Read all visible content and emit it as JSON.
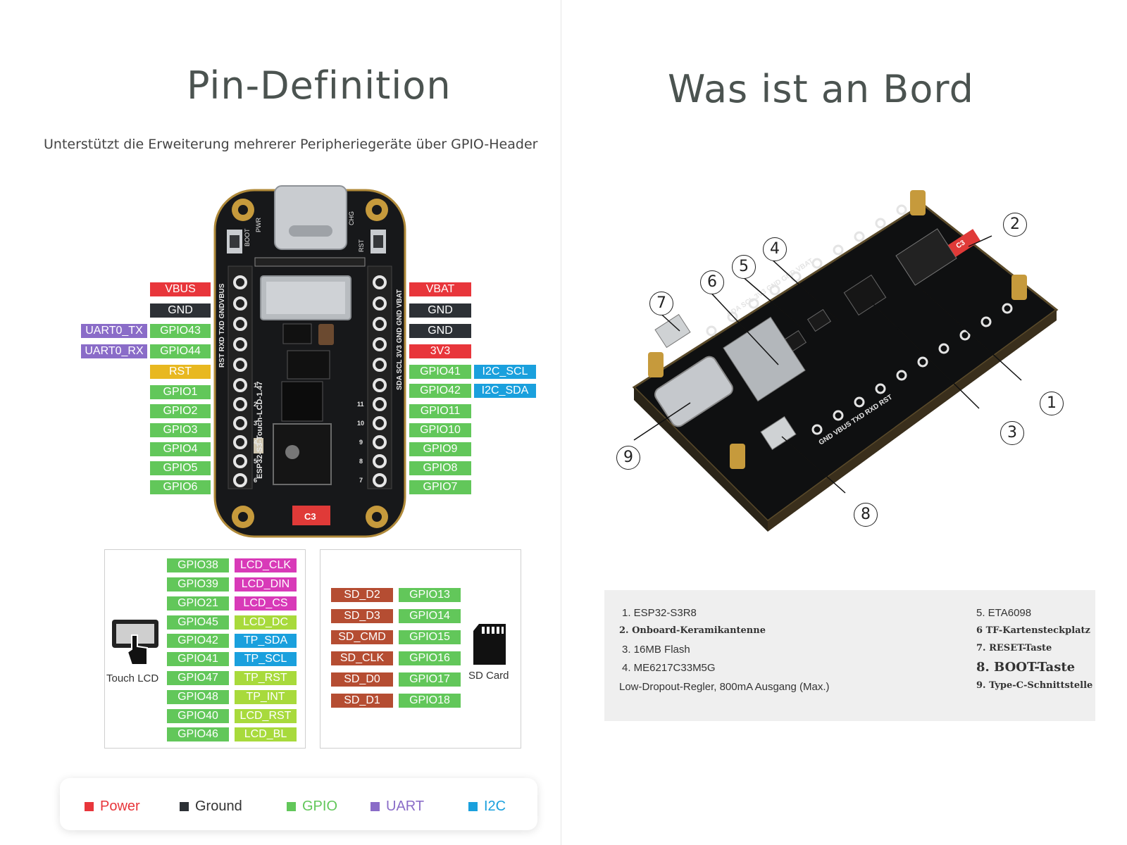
{
  "left": {
    "title": "Pin-Definition",
    "subtitle": "Unterstützt die Erweiterung mehrerer Peripheriegeräte über GPIO-Header",
    "left_pins": [
      "VBUS",
      "GND",
      "GPIO43",
      "GPIO44",
      "RST",
      "GPIO1",
      "GPIO2",
      "GPIO3",
      "GPIO4",
      "GPIO5",
      "GPIO6"
    ],
    "left_alt": [
      "UART0_TX",
      "UART0_RX"
    ],
    "right_pins": [
      "VBAT",
      "GND",
      "GND",
      "3V3",
      "GPIO41",
      "GPIO42",
      "GPIO11",
      "GPIO10",
      "GPIO9",
      "GPIO8",
      "GPIO7"
    ],
    "right_alt": [
      "I2C_SCL",
      "I2C_SDA"
    ],
    "board_labels": {
      "pwr": "PWR",
      "boot": "BOOT",
      "chg": "CHG",
      "rst": "RST",
      "left_header": "RST RXD TXD GNDVBUS",
      "right_header": "SDA SCL 3V3 GND GND VBAT",
      "model": "ESP32-S3-Touch-LCD-1.47",
      "antenna": "C3",
      "left_nums": [
        "1",
        "2",
        "3",
        "4",
        "5",
        "6"
      ],
      "right_nums": [
        "11",
        "10",
        "9",
        "8",
        "7"
      ]
    },
    "lcd_box": {
      "caption": "Touch LCD",
      "gpio": [
        "GPIO38",
        "GPIO39",
        "GPIO21",
        "GPIO45",
        "GPIO42",
        "GPIO41",
        "GPIO47",
        "GPIO48",
        "GPIO40",
        "GPIO46"
      ],
      "func": [
        "LCD_CLK",
        "LCD_DIN",
        "LCD_CS",
        "LCD_DC",
        "TP_SDA",
        "TP_SCL",
        "TP_RST",
        "TP_INT",
        "LCD_RST",
        "LCD_BL"
      ]
    },
    "sd_box": {
      "caption": "SD Card",
      "func": [
        "SD_D2",
        "SD_D3",
        "SD_CMD",
        "SD_CLK",
        "SD_D0",
        "SD_D1"
      ],
      "gpio": [
        "GPIO13",
        "GPIO14",
        "GPIO15",
        "GPIO16",
        "GPIO17",
        "GPIO18"
      ]
    },
    "legend": [
      {
        "label": "Power",
        "color": "#e8363b"
      },
      {
        "label": "Ground",
        "color": "#2d3136"
      },
      {
        "label": "GPIO",
        "color": "#62c75a"
      },
      {
        "label": "UART",
        "color": "#8a6cc8"
      },
      {
        "label": "I2C",
        "color": "#1aa0dd"
      }
    ]
  },
  "right": {
    "title": "Was ist an Bord",
    "callouts": [
      "1",
      "2",
      "3",
      "4",
      "5",
      "6",
      "7",
      "8",
      "9"
    ],
    "board_text": {
      "antenna": "C3",
      "top_header": "SDA SCL 3V3 GND GND VBAT",
      "bottom_header": "GND VBUS TXD RXD RST"
    },
    "features": {
      "f1": "1. ESP32-S3R8",
      "f2": "2. Onboard-Keramikantenne",
      "f3": "3. 16MB Flash",
      "f4": "4. ME6217C33M5G",
      "f4_note": "Low-Dropout-Regler, 800mA Ausgang (Max.)",
      "f5": "5. ETA6098",
      "f6": "6 TF-Kartensteckplatz",
      "f7": "7. RESET-Taste",
      "f8": "8. BOOT-Taste",
      "f9": "9. Type-C-Schnittstelle"
    }
  }
}
